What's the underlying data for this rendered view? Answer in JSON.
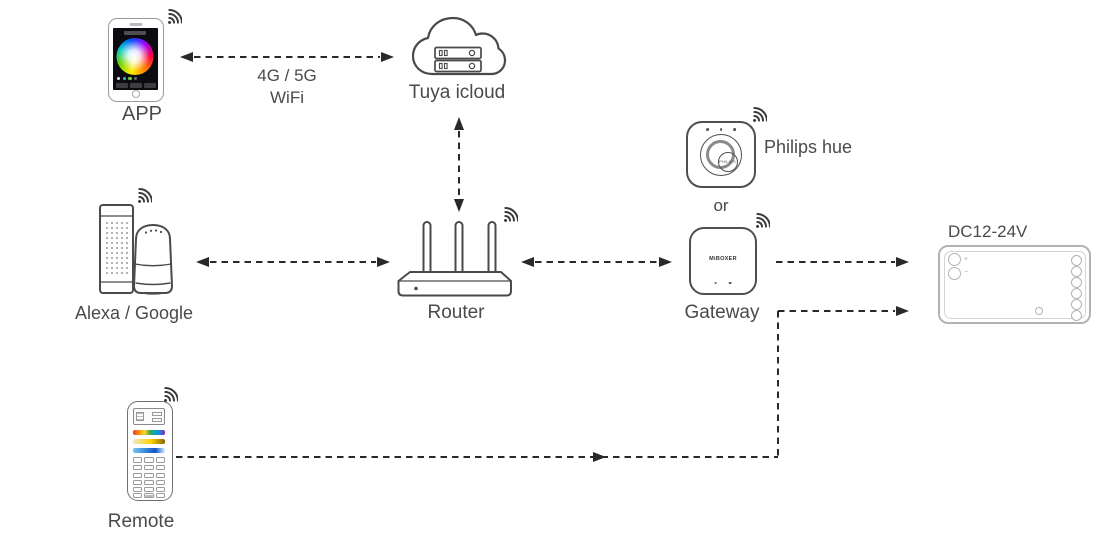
{
  "diagram": {
    "background": "#ffffff",
    "line_color": "#2b2826",
    "text_color": "#4a4a4a",
    "nodes": {
      "app": {
        "label": "APP"
      },
      "tuya_cloud": {
        "label": "Tuya icloud"
      },
      "alexa_google": {
        "label": "Alexa / Google"
      },
      "router": {
        "label": "Router"
      },
      "philips_hue": {
        "label": "Philips hue",
        "brand": "PHILIPS"
      },
      "or_connector": {
        "label": "or"
      },
      "gateway": {
        "label": "Gateway",
        "brand": "MiBOXER"
      },
      "controller": {
        "label": "DC12-24V"
      },
      "remote": {
        "label": "Remote"
      }
    },
    "edges": {
      "app_tuya": {
        "label_line1": "4G / 5G",
        "label_line2": "WiFi",
        "style": "dashed",
        "direction": "both"
      },
      "tuya_router": {
        "style": "dashed",
        "direction": "both"
      },
      "alexa_router": {
        "style": "dashed",
        "direction": "both"
      },
      "router_gateway": {
        "style": "dashed",
        "direction": "both"
      },
      "gateway_controller": {
        "style": "dashed",
        "direction": "right"
      },
      "remote_controller": {
        "style": "dashed",
        "direction": "right",
        "route": "elbow"
      }
    }
  }
}
